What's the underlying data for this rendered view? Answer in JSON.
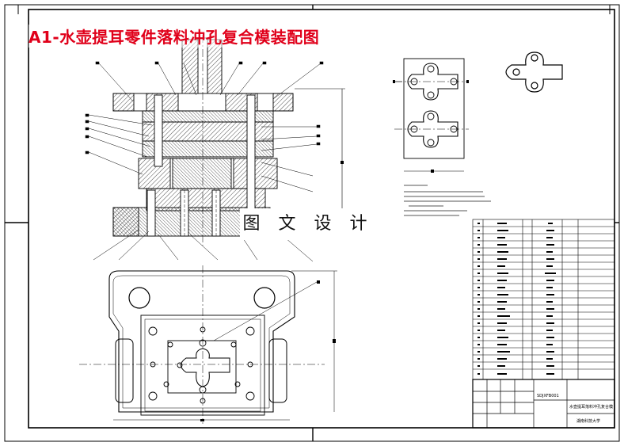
{
  "drawing": {
    "title_banner": "A1-水壶提耳零件落料冲孔复合模装配图",
    "watermark": "图 文 设 计",
    "colors": {
      "banner": "#e0001a",
      "line": "#000000",
      "hatch": "#222222"
    }
  },
  "title_block": {
    "design_name": "水壶提耳落料冲孔复合模",
    "drawing_no": "SDJXFB001",
    "school": "湖南科技大学"
  }
}
